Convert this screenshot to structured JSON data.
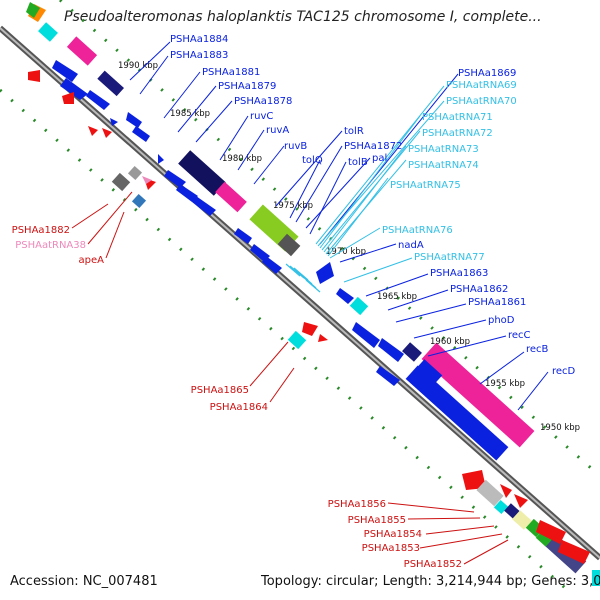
{
  "title": "Pseudoalteromonas haloplanktis TAC125 chromosome I, complete...",
  "footer": {
    "accession": "Accession: NC_007481",
    "topology": "Topology: circular; Length: 3,214,944 bp; Genes: 3,073"
  },
  "colors": {
    "protein": "#0a22e0",
    "rna": "#33c0e6",
    "other_label": "#cc1111",
    "pseudo_rna": "#ee88bb",
    "backbone": "#777777",
    "ticks": "#2a8a2a"
  },
  "kbp_ticks": [
    "1990 kbp",
    "1985 kbp",
    "1980 kbp",
    "1975 kbp",
    "1970 kbp",
    "1965 kbp",
    "1960 kbp",
    "1955 kbp",
    "1950 kbp"
  ],
  "upper_labels": [
    {
      "text": "PSHAa1884",
      "kind": "protein"
    },
    {
      "text": "PSHAa1883",
      "kind": "protein"
    },
    {
      "text": "PSHAa1881",
      "kind": "protein"
    },
    {
      "text": "PSHAa1879",
      "kind": "protein"
    },
    {
      "text": "PSHAa1878",
      "kind": "protein"
    },
    {
      "text": "ruvC",
      "kind": "protein"
    },
    {
      "text": "ruvA",
      "kind": "protein"
    },
    {
      "text": "ruvB",
      "kind": "protein"
    },
    {
      "text": "tolR",
      "kind": "protein"
    },
    {
      "text": "tolQ",
      "kind": "protein"
    },
    {
      "text": "PSHAa1872",
      "kind": "protein"
    },
    {
      "text": "pal",
      "kind": "protein"
    },
    {
      "text": "tolB",
      "kind": "protein"
    },
    {
      "text": "PSHAa1869",
      "kind": "protein"
    },
    {
      "text": "PSHAatRNA69",
      "kind": "rna"
    },
    {
      "text": "PSHAatRNA70",
      "kind": "rna"
    },
    {
      "text": "PSHAatRNA71",
      "kind": "rna"
    },
    {
      "text": "PSHAatRNA72",
      "kind": "rna"
    },
    {
      "text": "PSHAatRNA73",
      "kind": "rna"
    },
    {
      "text": "PSHAatRNA74",
      "kind": "rna"
    },
    {
      "text": "PSHAatRNA75",
      "kind": "rna"
    },
    {
      "text": "PSHAatRNA76",
      "kind": "rna"
    },
    {
      "text": "nadA",
      "kind": "protein"
    },
    {
      "text": "PSHAatRNA77",
      "kind": "rna"
    },
    {
      "text": "PSHAa1863",
      "kind": "protein"
    },
    {
      "text": "PSHAa1862",
      "kind": "protein"
    },
    {
      "text": "PSHAa1861",
      "kind": "protein"
    },
    {
      "text": "phoD",
      "kind": "protein"
    },
    {
      "text": "recC",
      "kind": "protein"
    },
    {
      "text": "recB",
      "kind": "protein"
    },
    {
      "text": "recD",
      "kind": "protein"
    }
  ],
  "lower_labels": [
    {
      "text": "PSHAa1882",
      "kind": "other"
    },
    {
      "text": "PSHAatRNA38",
      "kind": "pseudo"
    },
    {
      "text": "apeA",
      "kind": "other"
    },
    {
      "text": "PSHAa1865",
      "kind": "other"
    },
    {
      "text": "PSHAa1864",
      "kind": "other"
    },
    {
      "text": "PSHAa1856",
      "kind": "other"
    },
    {
      "text": "PSHAa1855",
      "kind": "other"
    },
    {
      "text": "PSHAa1854",
      "kind": "other"
    },
    {
      "text": "PSHAa1853",
      "kind": "other"
    },
    {
      "text": "PSHAa1852",
      "kind": "other"
    }
  ]
}
